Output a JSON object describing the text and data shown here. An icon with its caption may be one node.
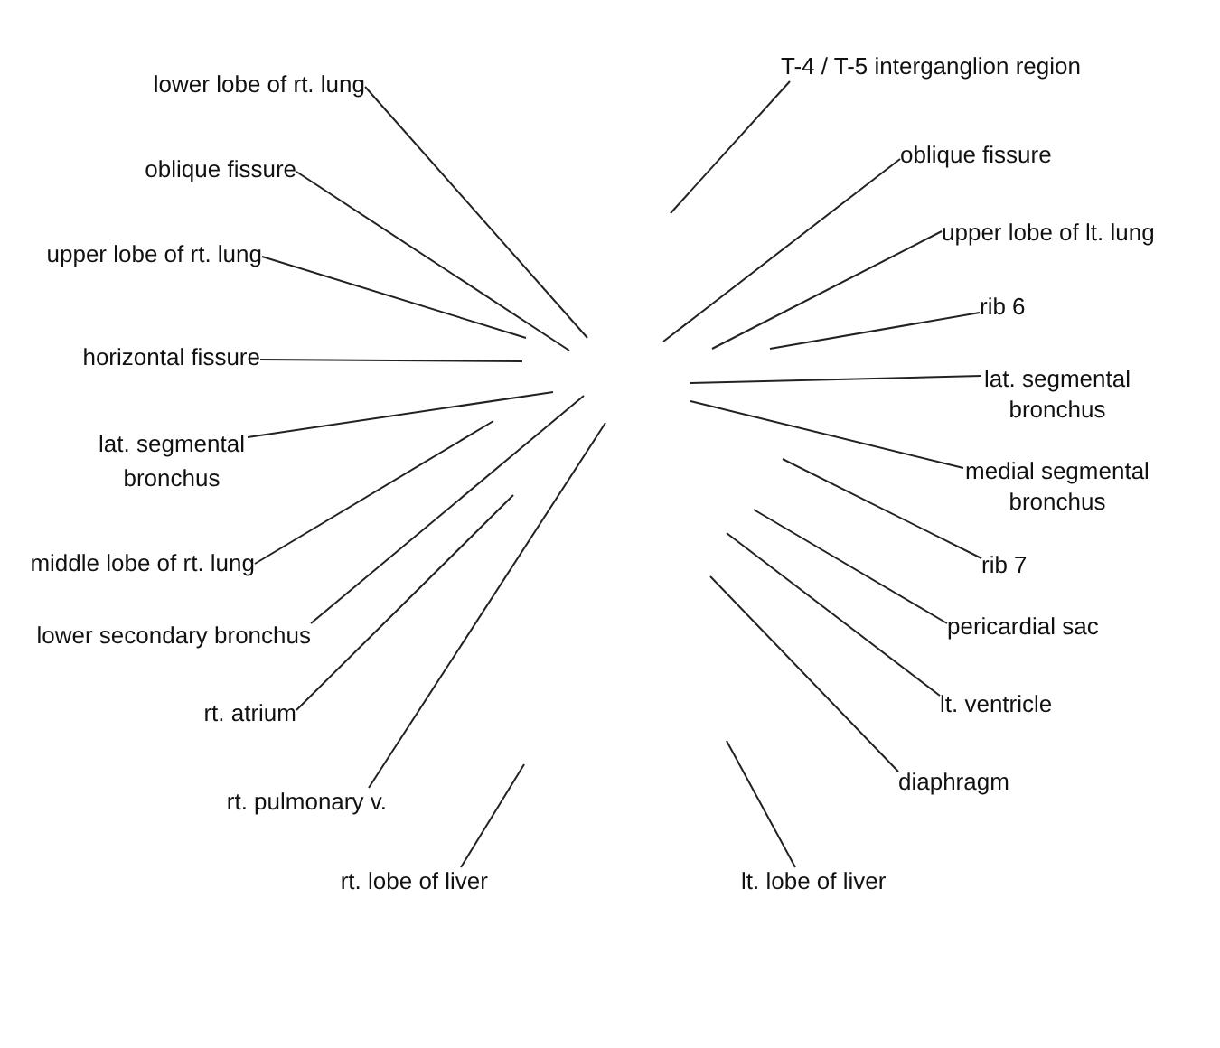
{
  "diagram": {
    "nodes": [
      {
        "text": [
          "lower lobe of rt. lung"
        ]
      },
      {
        "text": [
          "oblique fissure"
        ]
      },
      {
        "text": [
          "upper lobe of rt. lung"
        ]
      },
      {
        "text": [
          "horizontal fissure"
        ]
      },
      {
        "text": [
          "lat. segmental bronchus"
        ]
      },
      {
        "text": [
          "middle lobe of rt. lung"
        ]
      },
      {
        "text": [
          "lower secondary bronchus"
        ]
      },
      {
        "text": [
          "rt. atrium"
        ]
      },
      {
        "text": [
          "rt. pulmonary v."
        ]
      },
      {
        "text": [
          "rt. lobe of liver"
        ]
      },
      {
        "text": [
          "T-4 / T-5 interganglion region"
        ]
      },
      {
        "text": [
          "oblique fissure"
        ]
      },
      {
        "text": [
          "upper lobe of lt. lung"
        ]
      },
      {
        "text": [
          "rib 6"
        ]
      },
      {
        "text": [
          "lat. segmental bronchus"
        ]
      },
      {
        "text": [
          "medial segmental bronchus"
        ]
      },
      {
        "text": [
          "rib 7"
        ]
      },
      {
        "text": [
          "pericardial sac"
        ]
      },
      {
        "text": [
          "lt. ventricle"
        ]
      },
      {
        "text": [
          "diaphragm"
        ]
      },
      {
        "text": [
          "lt. lobe of liver"
        ]
      }
    ],
    "edges": [
      {
        "from": 0,
        "to": null,
        "arrow": "none"
      },
      {
        "from": 1,
        "to": null,
        "arrow": "none"
      },
      {
        "from": 2,
        "to": null,
        "arrow": "none"
      },
      {
        "from": 3,
        "to": null,
        "arrow": "none"
      },
      {
        "from": 4,
        "to": null,
        "arrow": "none"
      },
      {
        "from": 5,
        "to": null,
        "arrow": "none"
      },
      {
        "from": 6,
        "to": null,
        "arrow": "none"
      },
      {
        "from": 7,
        "to": null,
        "arrow": "none"
      },
      {
        "from": 8,
        "to": null,
        "arrow": "none"
      },
      {
        "from": 9,
        "to": null,
        "arrow": "none"
      },
      {
        "from": 10,
        "to": null,
        "arrow": "none"
      },
      {
        "from": 11,
        "to": null,
        "arrow": "none"
      },
      {
        "from": 12,
        "to": null,
        "arrow": "none"
      },
      {
        "from": 13,
        "to": null,
        "arrow": "none"
      },
      {
        "from": 14,
        "to": null,
        "arrow": "none"
      },
      {
        "from": 15,
        "to": null,
        "arrow": "none"
      },
      {
        "from": 16,
        "to": null,
        "arrow": "none"
      },
      {
        "from": 17,
        "to": null,
        "arrow": "none"
      },
      {
        "from": 18,
        "to": null,
        "arrow": "none"
      },
      {
        "from": 19,
        "to": null,
        "arrow": "none"
      },
      {
        "from": 20,
        "to": null,
        "arrow": "none"
      }
    ]
  }
}
